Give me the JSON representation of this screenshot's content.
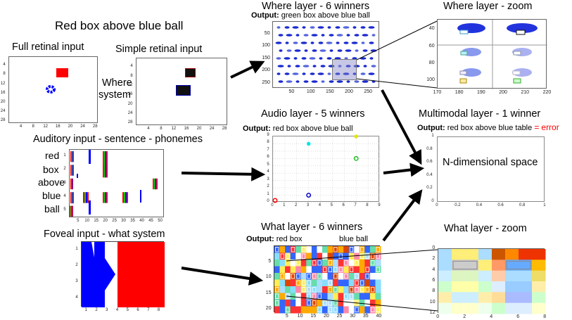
{
  "page": {
    "main_title": "Red box above blue ball",
    "where_system": [
      "Where",
      "system"
    ],
    "n_dim_space": "N-dimensional space"
  },
  "panels": {
    "full_retinal": {
      "title": "Full retinal input",
      "y_ticks": [
        "4",
        "8",
        "12",
        "16",
        "20",
        "24",
        "28"
      ],
      "x_ticks": [
        "4",
        "8",
        "12",
        "16",
        "20",
        "24",
        "28"
      ]
    },
    "simple_retinal": {
      "title": "Simple retinal input",
      "y_ticks": [
        "4",
        "8",
        "12",
        "16",
        "20",
        "24",
        "28"
      ],
      "x_ticks": [
        "4",
        "8",
        "12",
        "16",
        "20",
        "24",
        "28"
      ]
    },
    "auditory": {
      "title": "Auditory input - sentence - phonemes",
      "words": [
        "red",
        "box",
        "above",
        "blue",
        "ball"
      ],
      "y_ticks": [
        "1",
        "2",
        "3",
        "4",
        "5"
      ],
      "x_ticks": [
        "5",
        "10",
        "15",
        "20",
        "25",
        "30",
        "35",
        "40",
        "45",
        "50"
      ]
    },
    "foveal": {
      "title": "Foveal input - what system",
      "y_ticks": [
        "1",
        "2",
        "3",
        "4"
      ],
      "x_ticks": [
        "1",
        "2",
        "3",
        "4",
        "5",
        "6",
        "7",
        "8"
      ]
    },
    "where_layer": {
      "title": "Where layer - 6 winners",
      "output_label": "Output:",
      "output_text": "green box above blue ball",
      "y_ticks": [
        "50",
        "100",
        "150",
        "200",
        "250"
      ],
      "x_ticks": [
        "50",
        "100",
        "150",
        "200",
        "250"
      ]
    },
    "where_zoom": {
      "title": "Where layer - zoom",
      "y_ticks": [
        "40",
        "60",
        "80",
        "100"
      ],
      "x_ticks": [
        "170",
        "180",
        "190",
        "200",
        "210",
        "220"
      ]
    },
    "audio_layer": {
      "title": "Audio layer - 5 winners",
      "output_label": "Output:",
      "output_text": "red box above blue ball",
      "y_ticks": [
        "0",
        "1",
        "2",
        "3",
        "4",
        "5",
        "6",
        "7",
        "8",
        "9"
      ],
      "x_ticks": [
        "0",
        "1",
        "2",
        "3",
        "4",
        "5",
        "6",
        "7",
        "8",
        "9"
      ]
    },
    "multimodal": {
      "title": "Multimodal layer - 1 winner",
      "output_label": "Output:",
      "output_text": "red box above blue table",
      "equals": "=",
      "error": "error",
      "y_ticks": [
        "0",
        "0.2",
        "0.4",
        "0.6",
        "0.8",
        "1"
      ],
      "x_ticks": [
        "0",
        "0.2",
        "0.4",
        "0.6",
        "0.8",
        "1"
      ]
    },
    "what_layer": {
      "title": "What layer - 6 winners",
      "output_label": "Output:",
      "output_text_1": "red box",
      "output_text_2": "blue ball",
      "y_ticks": [
        "5",
        "10",
        "15",
        "20"
      ],
      "x_ticks": [
        "5",
        "10",
        "15",
        "20",
        "25",
        "30",
        "35",
        "40"
      ]
    },
    "what_zoom": {
      "title": "What layer - zoom",
      "y_ticks": [
        "0",
        "2",
        "4",
        "6",
        "8",
        "10",
        "12"
      ],
      "x_ticks": [
        "0",
        "2",
        "4",
        "6",
        "8"
      ]
    }
  },
  "colors": {
    "red": "#ff0000",
    "blue": "#0000ff",
    "error": "#ff0000",
    "arrow": "#000000"
  },
  "chart_data": [
    {
      "type": "scatter",
      "name_ref": "audio_layer",
      "xlim": [
        0,
        9
      ],
      "ylim": [
        0,
        9
      ],
      "points": [
        {
          "x": 0,
          "y": 0,
          "color": "#ff0000"
        },
        {
          "x": 3,
          "y": 1,
          "color": "#0000cc"
        },
        {
          "x": 3,
          "y": 8,
          "color": "#00e5e5"
        },
        {
          "x": 7,
          "y": 6,
          "color": "#22bb22"
        },
        {
          "x": 7,
          "y": 9,
          "color": "#e5e500"
        }
      ],
      "grid": true
    },
    {
      "type": "scatter",
      "name_ref": "multimodal",
      "xlim": [
        0,
        1
      ],
      "ylim": [
        0,
        1
      ],
      "points": [],
      "grid": false
    }
  ]
}
